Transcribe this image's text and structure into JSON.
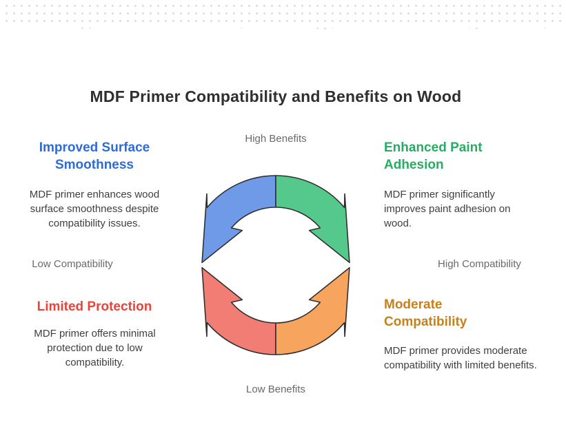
{
  "title": "MDF Primer Compatibility and Benefits on Wood",
  "axis_labels": {
    "top": "High Benefits",
    "bottom": "Low Benefits",
    "left": "Low Compatibility",
    "right": "High Compatibility"
  },
  "quadrants": {
    "top_left": {
      "heading": "Improved Surface Smoothness",
      "heading_color": "#2e6bd8",
      "body": "MDF primer enhances wood surface smoothness despite compatibility issues."
    },
    "top_right": {
      "heading": "Enhanced Paint Adhesion",
      "heading_color": "#29ab63",
      "body": "MDF primer significantly improves paint adhesion on wood."
    },
    "bottom_left": {
      "heading": "Limited Protection",
      "heading_color": "#e8443a",
      "body": "MDF primer offers minimal protection due to low compatibility."
    },
    "bottom_right": {
      "heading": "Moderate Compatibility",
      "heading_color": "#c5811b",
      "body": "MDF primer provides moderate compatibility with limited benefits."
    }
  },
  "diagram": {
    "type": "cycle-arrows",
    "outline_color": "#2f2f2f",
    "segments": [
      {
        "position": "top-left",
        "name": "improved-surface-smoothness",
        "color": "#6f9ae8",
        "flow": "top-to-left"
      },
      {
        "position": "top-right",
        "name": "enhanced-paint-adhesion",
        "color": "#55c98c",
        "flow": "top-to-right"
      },
      {
        "position": "bottom-left",
        "name": "limited-protection",
        "color": "#f27d75",
        "flow": "bottom-to-left"
      },
      {
        "position": "bottom-right",
        "name": "moderate-compatibility",
        "color": "#f7a55e",
        "flow": "bottom-to-right"
      }
    ]
  },
  "decoration": {
    "dot_color": "#d8d8dc"
  }
}
